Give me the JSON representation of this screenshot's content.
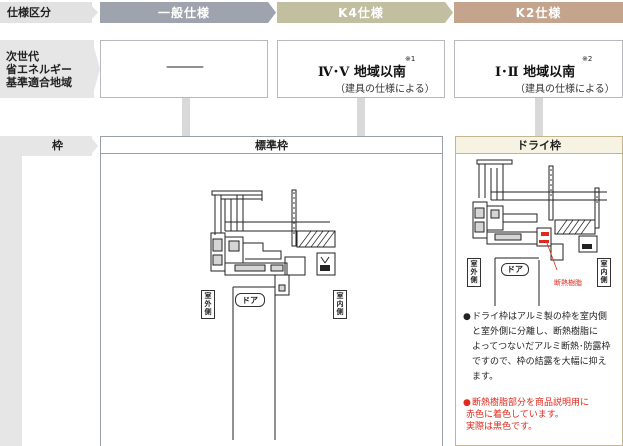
{
  "header": {
    "row_label": "仕様区分",
    "columns": [
      {
        "label": "一般仕様",
        "color": "#9ea3ad"
      },
      {
        "label": "K4仕様",
        "color": "#c2bfa0"
      },
      {
        "label": "K2仕様",
        "color": "#c4a48d"
      }
    ]
  },
  "zone_row": {
    "label": "次世代\n省エネルギー\n基準適合地域",
    "general": "———",
    "k4": {
      "main": "Ⅳ･Ⅴ 地域以南",
      "note": "※1",
      "sub": "（建具の仕様による）"
    },
    "k2": {
      "main": "Ⅰ･Ⅱ 地域以南",
      "note": "※2",
      "sub": "（建具の仕様による）"
    }
  },
  "frame_row": {
    "label": "枠",
    "standard": {
      "title": "標準枠",
      "outdoor": "室外側",
      "indoor": "室内側",
      "door": "ドア"
    },
    "dry": {
      "title": "ドライ枠",
      "outdoor": "室外側",
      "indoor": "室内側",
      "door": "ドア",
      "resin": "断熱樹脂",
      "bullet": "●",
      "description": "ドライ枠はアルミ製の枠を室内側と室外側に分離し、断熱樹脂によってつないだアルミ断熱･防露枠ですので、枠の結露を大幅に抑えます。",
      "desc_lines": [
        "ドライ枠はアルミ製の枠を室内側",
        "と室外側に分離し、断熱樹脂に",
        "よってつないだアルミ断熱･防露枠",
        "ですので、枠の結露を大幅に抑え",
        "ます。"
      ],
      "red_note_lines": [
        "断熱樹脂部分を商品説明用に",
        "赤色に着色しています。",
        "実際は黒色です。"
      ]
    }
  },
  "colors": {
    "accent_red": "#e0281c",
    "panel_border": "#9aa0a8",
    "k2_border": "#c4b48f",
    "left_bar": "#e6e6e6"
  }
}
